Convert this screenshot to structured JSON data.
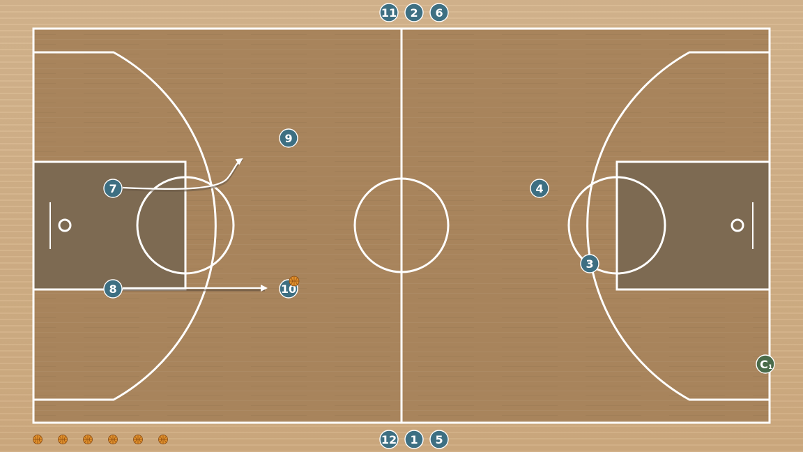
{
  "colors": {
    "court_floor": "#a8845c",
    "key_fill": "#7d6a52",
    "line": "#ffffff",
    "player": "#3d6f82",
    "coach": "#4a6b4a",
    "ball": "#e0902c"
  },
  "players": [
    {
      "label": "11",
      "role": "bench-top"
    },
    {
      "label": "2",
      "role": "bench-top"
    },
    {
      "label": "6",
      "role": "bench-top"
    },
    {
      "label": "9",
      "role": "on-court"
    },
    {
      "label": "7",
      "role": "on-court"
    },
    {
      "label": "8",
      "role": "on-court"
    },
    {
      "label": "10",
      "role": "on-court",
      "has_ball": true
    },
    {
      "label": "4",
      "role": "on-court"
    },
    {
      "label": "3",
      "role": "on-court"
    },
    {
      "label": "12",
      "role": "bench-bottom"
    },
    {
      "label": "1",
      "role": "bench-bottom"
    },
    {
      "label": "5",
      "role": "bench-bottom"
    }
  ],
  "coach": {
    "label": "C",
    "sub": "1"
  },
  "movements": [
    {
      "from": "7",
      "type": "curved-cut"
    },
    {
      "from": "8",
      "to": "10",
      "type": "straight-pass"
    }
  ],
  "spare_balls": 6,
  "icons": [
    "basketball-icon",
    "arrow-icon"
  ]
}
